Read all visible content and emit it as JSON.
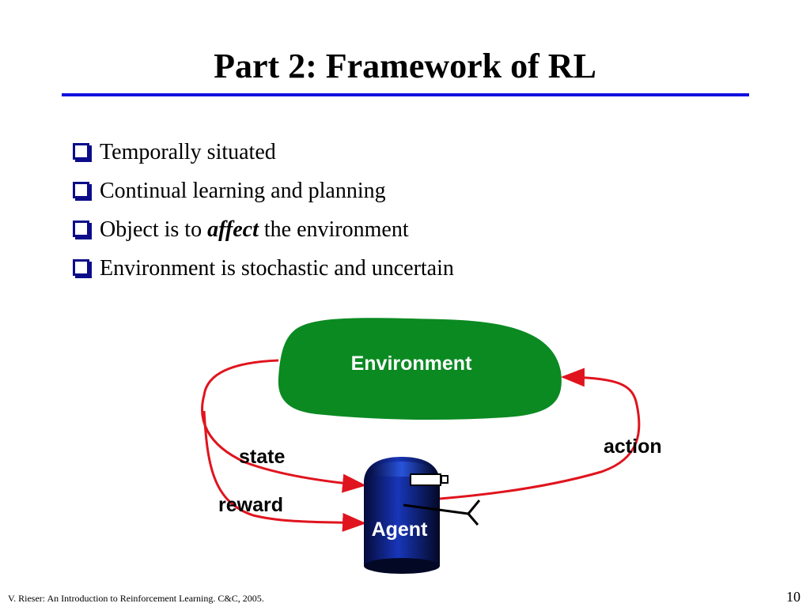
{
  "slide": {
    "title": "Part 2: Framework of RL",
    "bullets": [
      {
        "parts": [
          "Temporally situated"
        ]
      },
      {
        "parts": [
          "Continual learning and planning"
        ]
      },
      {
        "parts": [
          "Object is to ",
          "affect",
          " the environment"
        ]
      },
      {
        "parts": [
          "Environment is stochastic and uncertain"
        ]
      }
    ]
  },
  "diagram": {
    "environment_label": "Environment",
    "agent_label": "Agent",
    "state_label": "state",
    "reward_label": "reward",
    "action_label": "action",
    "colors": {
      "environment_fill": "#0b8a22",
      "arrow": "#e0141e",
      "agent_body": "#08155f",
      "title_rule": "#1010dd",
      "bullet_icon": "#0c0c8a"
    }
  },
  "footer": {
    "citation": "V. Rieser: An Introduction to Reinforcement Learning. C&C, 2005.",
    "page_number": "10"
  }
}
